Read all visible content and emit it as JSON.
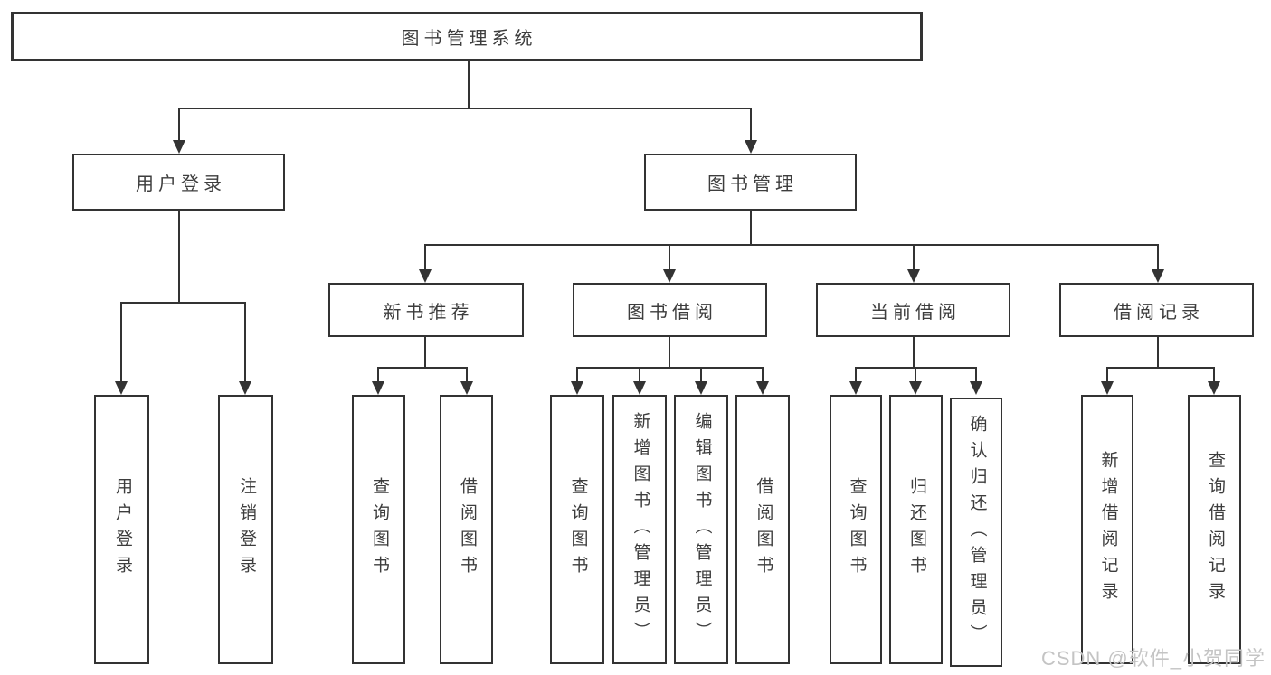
{
  "tree": {
    "root": "图书管理系统",
    "user": {
      "label": "用户登录",
      "children": [
        "用户登录",
        "注销登录"
      ]
    },
    "book": {
      "label": "图书管理",
      "sections": [
        {
          "label": "新书推荐",
          "children": [
            "查询图书",
            "借阅图书"
          ]
        },
        {
          "label": "图书借阅",
          "children": [
            "查询图书",
            "新增图书（管理员）",
            "编辑图书（管理员）",
            "借阅图书"
          ]
        },
        {
          "label": "当前借阅",
          "children": [
            "查询图书",
            "归还图书",
            "确认归还（管理员）"
          ]
        },
        {
          "label": "借阅记录",
          "children": [
            "新增借阅记录",
            "查询借阅记录"
          ]
        }
      ]
    }
  },
  "watermark": "CSDN @软件_小贺同学",
  "colors": {
    "line": "#333333",
    "text": "#3d3d3d",
    "watermark": "#c4c4c4",
    "background": "#ffffff"
  }
}
